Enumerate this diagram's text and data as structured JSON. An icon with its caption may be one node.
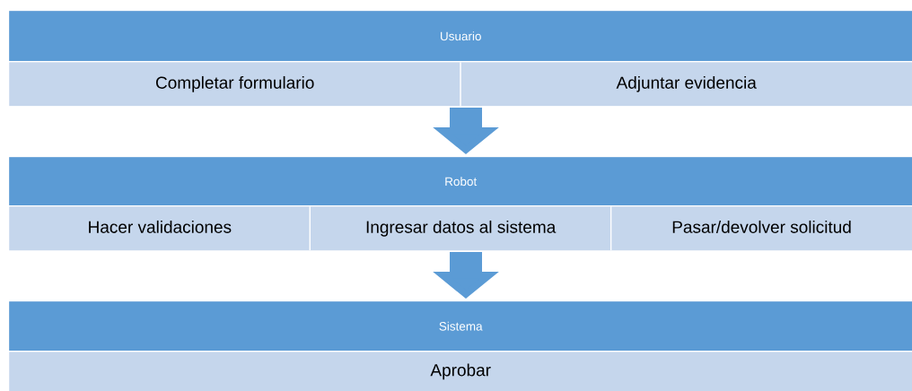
{
  "diagram": {
    "nodes": [
      {
        "text": [
          "Usuario"
        ]
      },
      {
        "text": [
          "Completar formulario"
        ],
        "in": 0
      },
      {
        "text": [
          "Adjuntar evidencia"
        ],
        "in": 0
      },
      {
        "text": [
          "Robot"
        ]
      },
      {
        "text": [
          "Hacer validaciones"
        ],
        "in": 3
      },
      {
        "text": [
          "Ingresar datos al sistema"
        ],
        "in": 3
      },
      {
        "text": [
          "Pasar/devolver solicitud"
        ],
        "in": 3
      },
      {
        "text": [
          "Sistema"
        ]
      },
      {
        "text": [
          "Aprobar"
        ],
        "in": 7
      }
    ],
    "edges": [
      {
        "from": 0,
        "to": 3,
        "arrow": "to"
      },
      {
        "from": 3,
        "to": 7,
        "arrow": "to"
      }
    ]
  }
}
